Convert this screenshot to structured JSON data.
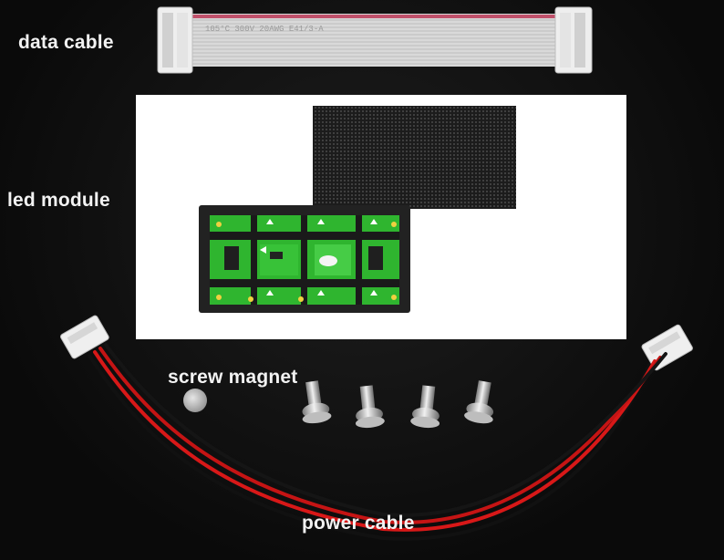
{
  "labels": {
    "data_cable": "data cable",
    "led_module": "led module",
    "screw_magnet": "screw magnet",
    "power_cable": "power cable"
  },
  "ribbon_print": "105°C  300V  20AWG  E41/3-A",
  "colors": {
    "background": "#0d0d0d",
    "ribbon": "#d7d7d7",
    "ribbon_stripe": "#c0506a",
    "connector": "#eeeeee",
    "pcb_green": "#2fb52f",
    "wire_red": "#d81818",
    "wire_black": "#111111",
    "panel_white": "#ffffff",
    "label_text": "#f2f2f2"
  },
  "counts": {
    "screw_magnets": 4
  }
}
